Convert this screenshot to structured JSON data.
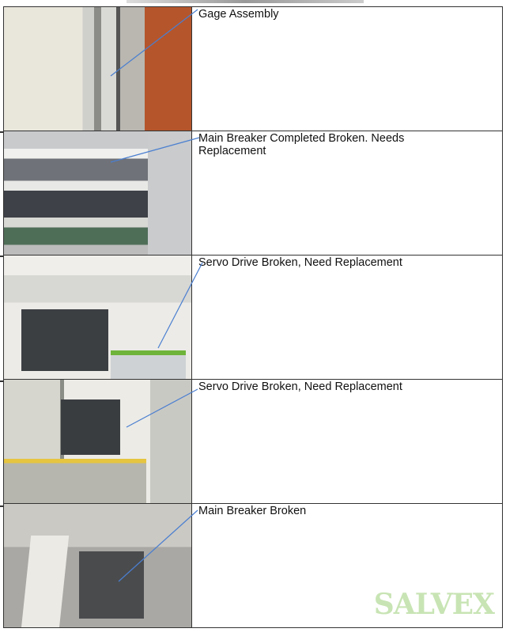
{
  "rows": [
    {
      "caption": "Gage Assembly"
    },
    {
      "caption": "Main Breaker Completed Broken. Needs Replacement"
    },
    {
      "caption": "Servo Drive Broken, Need Replacement"
    },
    {
      "caption": "Servo Drive Broken, Need Replacement"
    },
    {
      "caption": "Main Breaker Broken"
    }
  ],
  "watermark": "SALVEX",
  "colors": {
    "leader_line": "#4a7fd0",
    "watermark": "#bfe0a8"
  }
}
